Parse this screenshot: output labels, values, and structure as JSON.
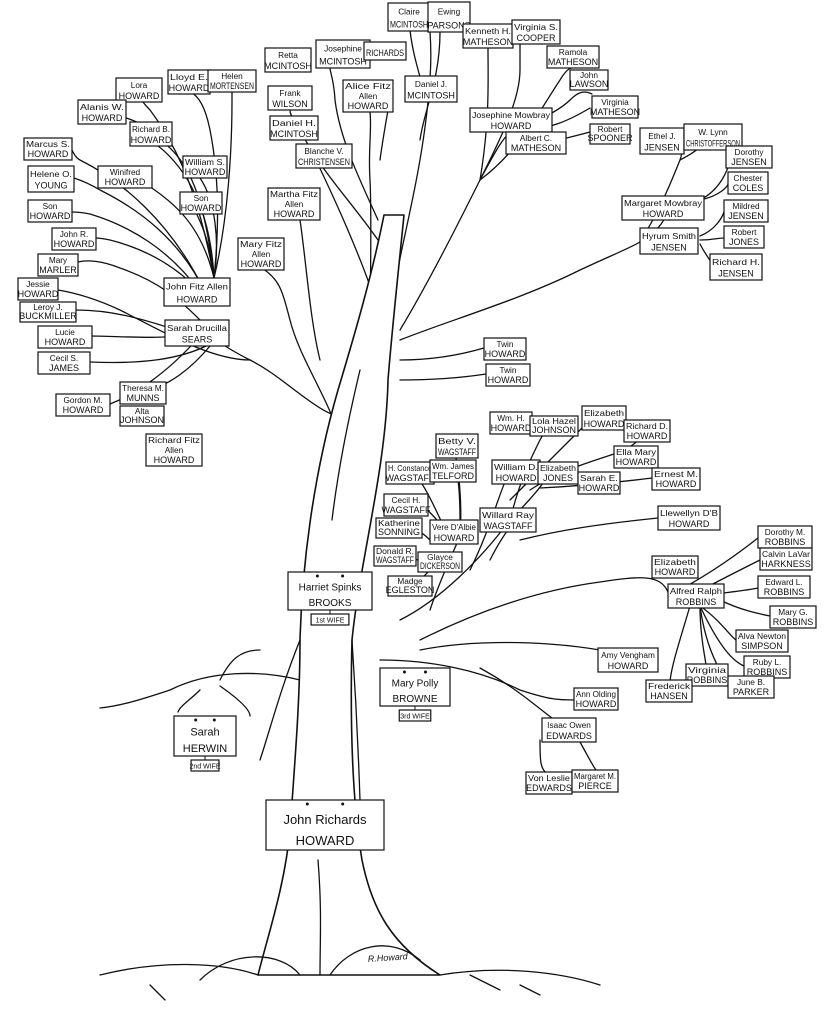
{
  "plaques": {
    "root": [
      "John Richards",
      "HOWARD"
    ],
    "sarah": [
      "Sarah",
      "HERWIN"
    ],
    "sarah_tag": "2nd WIFE",
    "harriet": [
      "Harriet Spinks",
      "BROOKS"
    ],
    "harriet_tag": "1st WIFE",
    "polly": [
      "Mary Polly",
      "BROWNE"
    ],
    "polly_tag": "3rd WIFE"
  },
  "signature": "R.Howard",
  "people": {
    "claire": [
      "Claire",
      "MCINTOSH"
    ],
    "ewing": [
      "Ewing",
      "PARSONS"
    ],
    "kenneth": [
      "Kenneth H.",
      "MATHESON"
    ],
    "virginia_c": [
      "Virginia S.",
      "COOPER"
    ],
    "retta": [
      "Retta",
      "MCINTOSH"
    ],
    "josephine_m": [
      "Josephine",
      "MCINTOSH"
    ],
    "richards": [
      "RICHARDS"
    ],
    "ramola": [
      "Ramola",
      "MATHESON"
    ],
    "lora": [
      "Lora",
      "HOWARD"
    ],
    "lloyd": [
      "Lloyd E.",
      "HOWARD"
    ],
    "helen": [
      "Helen",
      "MORTENSEN"
    ],
    "john_l": [
      "John",
      "LAWSON"
    ],
    "alice": [
      "Alice Fitz",
      "Allen",
      "HOWARD"
    ],
    "daniel_j": [
      "Daniel J.",
      "MCINTOSH"
    ],
    "frank": [
      "Frank",
      "WILSON"
    ],
    "virginia_m": [
      "Virginia",
      "MATHESON"
    ],
    "alanis": [
      "Alanis W.",
      "HOWARD"
    ],
    "josephine_h": [
      "Josephine Mowbray",
      "HOWARD"
    ],
    "richard_b": [
      "Richard B.",
      "HOWARD"
    ],
    "daniel_h": [
      "Daniel H.",
      "MCINTOSH"
    ],
    "robert_s": [
      "Robert",
      "SPOONER"
    ],
    "albert": [
      "Albert C.",
      "MATHESON"
    ],
    "ethel": [
      "Ethel J.",
      "JENSEN"
    ],
    "wlynn": [
      "W. Lynn",
      "CHRISTOFFERSON"
    ],
    "blanche": [
      "Blanche V.",
      "CHRISTENSEN"
    ],
    "marcus": [
      "Marcus S.",
      "HOWARD"
    ],
    "william_s": [
      "William S.",
      "HOWARD"
    ],
    "dorothy_j": [
      "Dorothy",
      "JENSEN"
    ],
    "helene": [
      "Helene O.",
      "YOUNG"
    ],
    "winifred": [
      "Winifred",
      "HOWARD"
    ],
    "chester": [
      "Chester",
      "COLES"
    ],
    "martha": [
      "Martha Fitz",
      "Allen",
      "HOWARD"
    ],
    "son1": [
      "Son",
      "HOWARD"
    ],
    "son2": [
      "Son",
      "HOWARD"
    ],
    "margaret": [
      "Margaret Mowbray",
      "HOWARD"
    ],
    "mildred": [
      "Mildred",
      "JENSEN"
    ],
    "john_r": [
      "John R.",
      "HOWARD"
    ],
    "hyrum": [
      "Hyrum Smith",
      "JENSEN"
    ],
    "robert_j": [
      "Robert",
      "JONES"
    ],
    "mary_fa": [
      "Mary Fitz",
      "Allen",
      "HOWARD"
    ],
    "mary_m": [
      "Mary",
      "MARLER"
    ],
    "richard_j": [
      "Richard H.",
      "JENSEN"
    ],
    "jessie": [
      "Jessie",
      "HOWARD"
    ],
    "john_fa": [
      "John Fitz Allen",
      "HOWARD"
    ],
    "leroy": [
      "Leroy J.",
      "BUCKMILLER"
    ],
    "sarah_s": [
      "Sarah Drucilla",
      "SEARS"
    ],
    "lucie": [
      "Lucie",
      "HOWARD"
    ],
    "twin1": [
      "Twin",
      "HOWARD"
    ],
    "cecil_j": [
      "Cecil S.",
      "JAMES"
    ],
    "twin2": [
      "Twin",
      "HOWARD"
    ],
    "theresa": [
      "Theresa M.",
      "MUNNS"
    ],
    "gordon": [
      "Gordon M.",
      "HOWARD"
    ],
    "alta": [
      "Alta",
      "JOHNSON"
    ],
    "wm_h": [
      "Wm. H.",
      "HOWARD"
    ],
    "lola": [
      "Lola Hazel",
      "JOHNSON"
    ],
    "elizabeth_h1": [
      "Elizabeth",
      "HOWARD"
    ],
    "richard_fa": [
      "Richard Fitz",
      "Allen",
      "HOWARD"
    ],
    "richard_d": [
      "Richard D.",
      "HOWARD"
    ],
    "betty": [
      "Betty V.",
      "WAGSTAFF"
    ],
    "ella": [
      "Ella Mary",
      "HOWARD"
    ],
    "hconstance": [
      "H. Constance",
      "WAGSTAFF"
    ],
    "wm_t": [
      "Wm. James",
      "TELFORD"
    ],
    "william_d": [
      "William D.",
      "HOWARD"
    ],
    "elizabeth_j": [
      "Elizabeth",
      "JONES"
    ],
    "sarah_e": [
      "Sarah E.",
      "HOWARD"
    ],
    "ernest": [
      "Ernest M.",
      "HOWARD"
    ],
    "cecil_w": [
      "Cecil H.",
      "WAGSTAFF"
    ],
    "willard": [
      "Willard Ray",
      "WAGSTAFF"
    ],
    "llewellyn": [
      "Llewellyn D'B",
      "HOWARD"
    ],
    "katherine": [
      "Katherine",
      "SONNING"
    ],
    "vere": [
      "Vere D'Albie",
      "HOWARD"
    ],
    "dorothy_r": [
      "Dorothy M.",
      "ROBBINS"
    ],
    "calvin": [
      "Calvin LaVar",
      "HARKNESS"
    ],
    "donald_w": [
      "Donald R.",
      "WAGSTAFF"
    ],
    "glayce": [
      "Glayce",
      "DICKERSON"
    ],
    "elizabeth_h2": [
      "Elizabeth",
      "HOWARD"
    ],
    "edward": [
      "Edward L.",
      "ROBBINS"
    ],
    "madge": [
      "Madge",
      "EGLESTON"
    ],
    "alfred": [
      "Alfred Ralph",
      "ROBBINS"
    ],
    "mary_r": [
      "Mary G.",
      "ROBBINS"
    ],
    "alva": [
      "Alva Newton",
      "SIMPSON"
    ],
    "amy": [
      "Amy Vengham",
      "HOWARD"
    ],
    "ruby": [
      "Ruby L.",
      "ROBBINS"
    ],
    "virginia_r": [
      "Virginia",
      "ROBBINS"
    ],
    "june": [
      "June B.",
      "PARKER"
    ],
    "frederick": [
      "Frederick",
      "HANSEN"
    ],
    "ann": [
      "Ann Olding",
      "HOWARD"
    ],
    "isaac": [
      "Isaac Owen",
      "EDWARDS"
    ],
    "vonleslie": [
      "Von Leslie",
      "EDWARDS"
    ],
    "margaret_p": [
      "Margaret M.",
      "PIERCE"
    ]
  }
}
